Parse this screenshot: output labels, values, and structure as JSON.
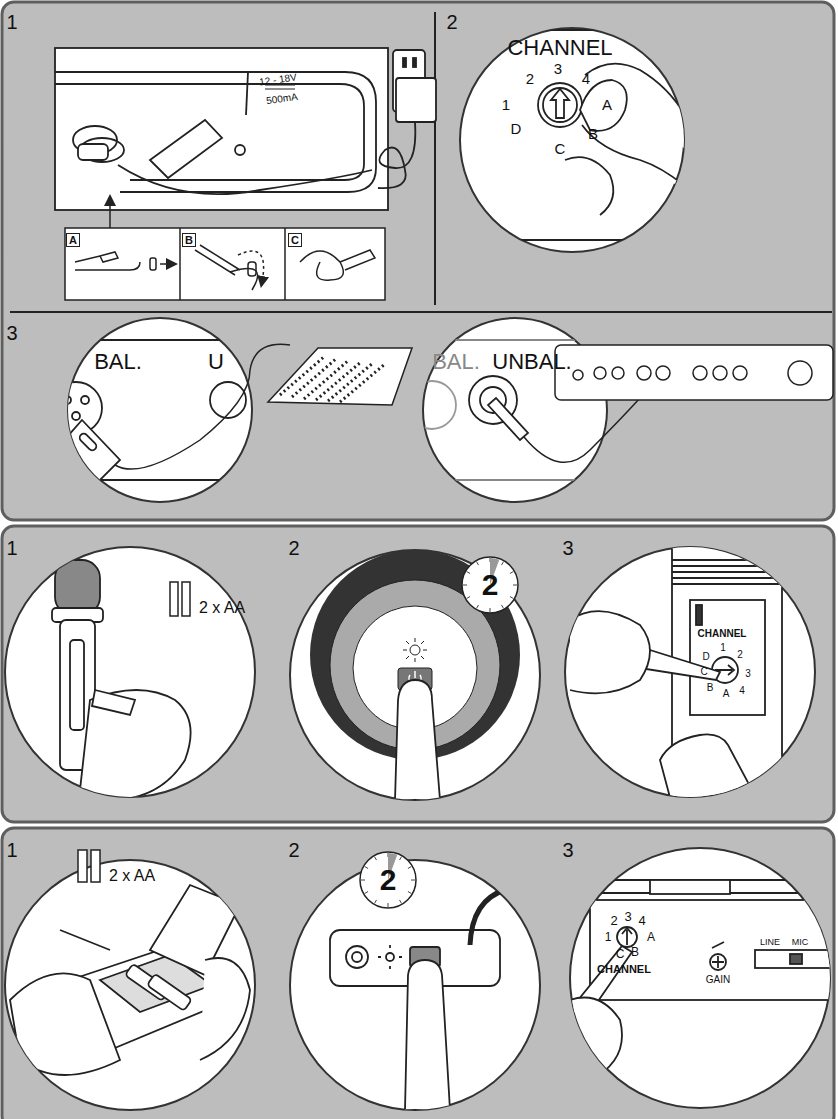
{
  "diagram": {
    "nodes": [
      {
        "text": [
          "A"
        ]
      },
      {
        "text": [
          "B"
        ]
      },
      {
        "text": [
          "C"
        ]
      },
      {
        "text": [
          "2"
        ]
      },
      {
        "text": [
          "2"
        ]
      }
    ],
    "labels": [
      "1",
      "12 - 18V",
      "500mA",
      "2",
      "CHANNEL",
      "1",
      "2",
      "3",
      "4",
      "A",
      "B",
      "C",
      "D",
      "3",
      "BAL.",
      "U",
      "BAL.",
      "UNBAL.",
      "1",
      "2 x AA",
      "2",
      "3",
      "CHANNEL",
      "1",
      "2",
      "3",
      "4",
      "A",
      "B",
      "C",
      "D",
      "1",
      "2 x AA",
      "2",
      "3",
      "1",
      "2",
      "3",
      "4",
      "A",
      "B",
      "C",
      "CHANNEL",
      "GAIN",
      "LINE",
      "MIC"
    ]
  }
}
